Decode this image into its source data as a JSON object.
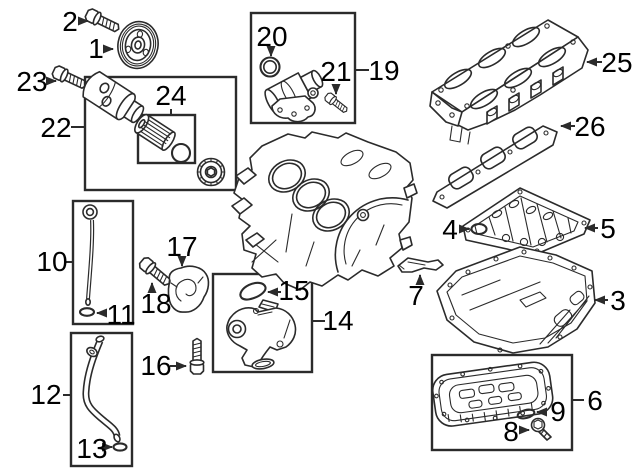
{
  "figure": {
    "background": "#ffffff",
    "line_color": "#2b2b2b",
    "label_color": "#000000"
  },
  "callouts": {
    "1": "1",
    "2": "2",
    "3": "3",
    "4": "4",
    "5": "5",
    "6": "6",
    "7": "7",
    "8": "8",
    "9": "9",
    "10": "10",
    "11": "11",
    "12": "12",
    "13": "13",
    "14": "14",
    "15": "15",
    "16": "16",
    "17": "17",
    "18": "18",
    "19": "19",
    "20": "20",
    "21": "21",
    "22": "22",
    "23": "23",
    "24": "24",
    "25": "25",
    "26": "26"
  }
}
